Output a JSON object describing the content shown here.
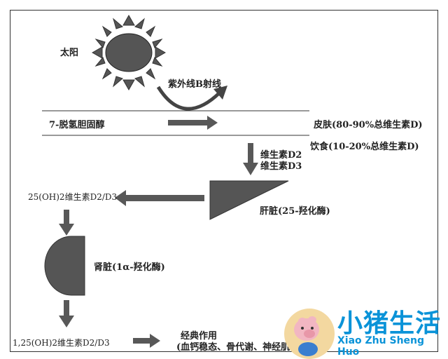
{
  "labels": {
    "sun": "太阳",
    "uvb": "紫外线B射线",
    "dehydro": "7-脱氢胆固醇",
    "skin": "皮肤(80-90%总维生素D)",
    "diet": "饮食(10-20%总维生素D)",
    "vit_d2": "维生素D2",
    "vit_d3": "维生素D3",
    "liver": "肝脏(25-羟化酶)",
    "calcidiol": "25(OH)2维生素D2/D3",
    "kidney": "肾脏(1α-羟化酶)",
    "calcitriol": "1,25(OH)2维生素D2/D3",
    "classic_title": "经典作用",
    "classic_detail": "(血钙稳态、骨代谢、神经肌肉功能)"
  },
  "watermark": {
    "name_cn": "小猪生活",
    "name_en": "Xiao Zhu Sheng Huo"
  },
  "colors": {
    "shape_fill": "#555555",
    "arrow_fill": "#585858",
    "line": "#333333",
    "watermark_blue": "#0a93d8"
  }
}
